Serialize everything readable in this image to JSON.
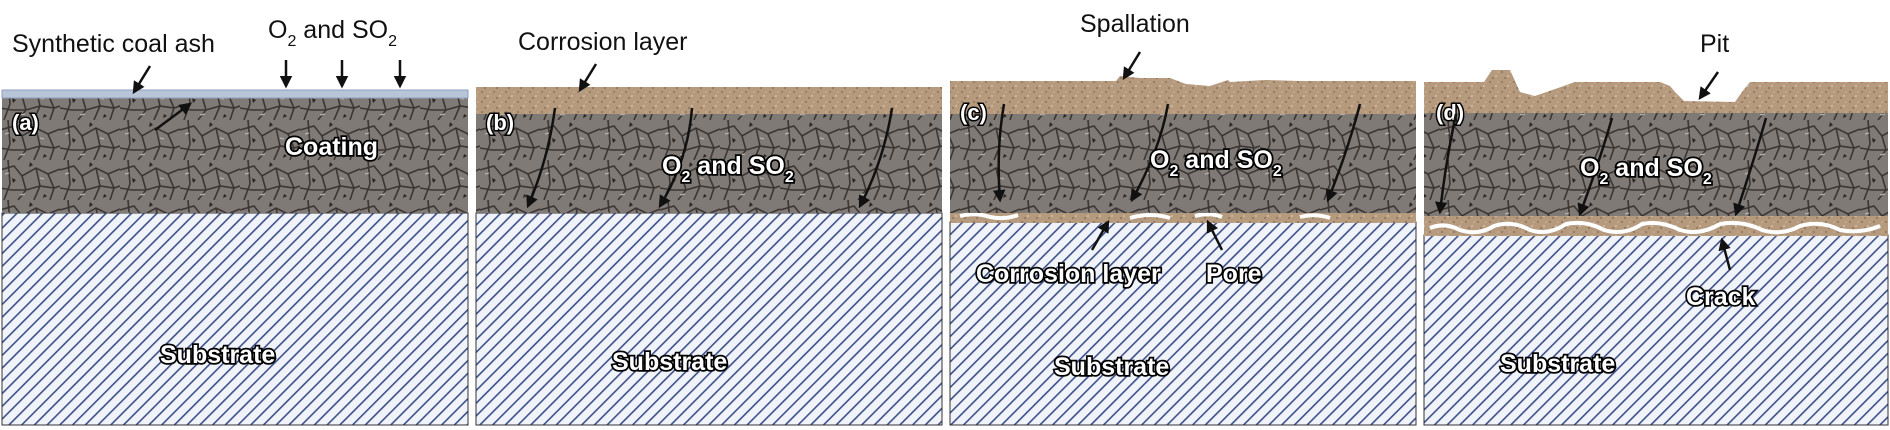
{
  "colors": {
    "ash": "#b8c4d8",
    "corrosion": "#b59a7e",
    "coating": "#7a7470",
    "substrate_bg": "#f1f3fa",
    "substrate_line": "#3d5189",
    "arrow": "#111111"
  },
  "panels": [
    {
      "label": "(a)",
      "stage": "ash",
      "top_annotations": [
        {
          "text": "Synthetic coal ash"
        },
        {
          "text": "O",
          "sub": "2",
          "text2": " and SO",
          "sub2": "2"
        }
      ],
      "coating_label": "Coating",
      "substrate_label": "Substrate"
    },
    {
      "label": "(b)",
      "stage": "corrosion",
      "top_annotations": [
        {
          "text": "Corrosion layer"
        }
      ],
      "gas_label": {
        "text": "O",
        "sub": "2",
        "text2": " and SO",
        "sub2": "2"
      },
      "substrate_label": "Substrate"
    },
    {
      "label": "(c)",
      "stage": "spallation",
      "top_annotations": [
        {
          "text": "Spallation"
        }
      ],
      "gas_label": {
        "text": "O",
        "sub": "2",
        "text2": " and SO",
        "sub2": "2"
      },
      "interface_labels": [
        {
          "text": "Corrosion layer"
        },
        {
          "text": "Pore"
        }
      ],
      "substrate_label": "Substrate"
    },
    {
      "label": "(d)",
      "stage": "pit",
      "top_annotations": [
        {
          "text": "Pit"
        }
      ],
      "gas_label": {
        "text": "O",
        "sub": "2",
        "text2": " and SO",
        "sub2": "2"
      },
      "interface_labels": [
        {
          "text": "Crack"
        }
      ],
      "substrate_label": "Substrate"
    }
  ]
}
